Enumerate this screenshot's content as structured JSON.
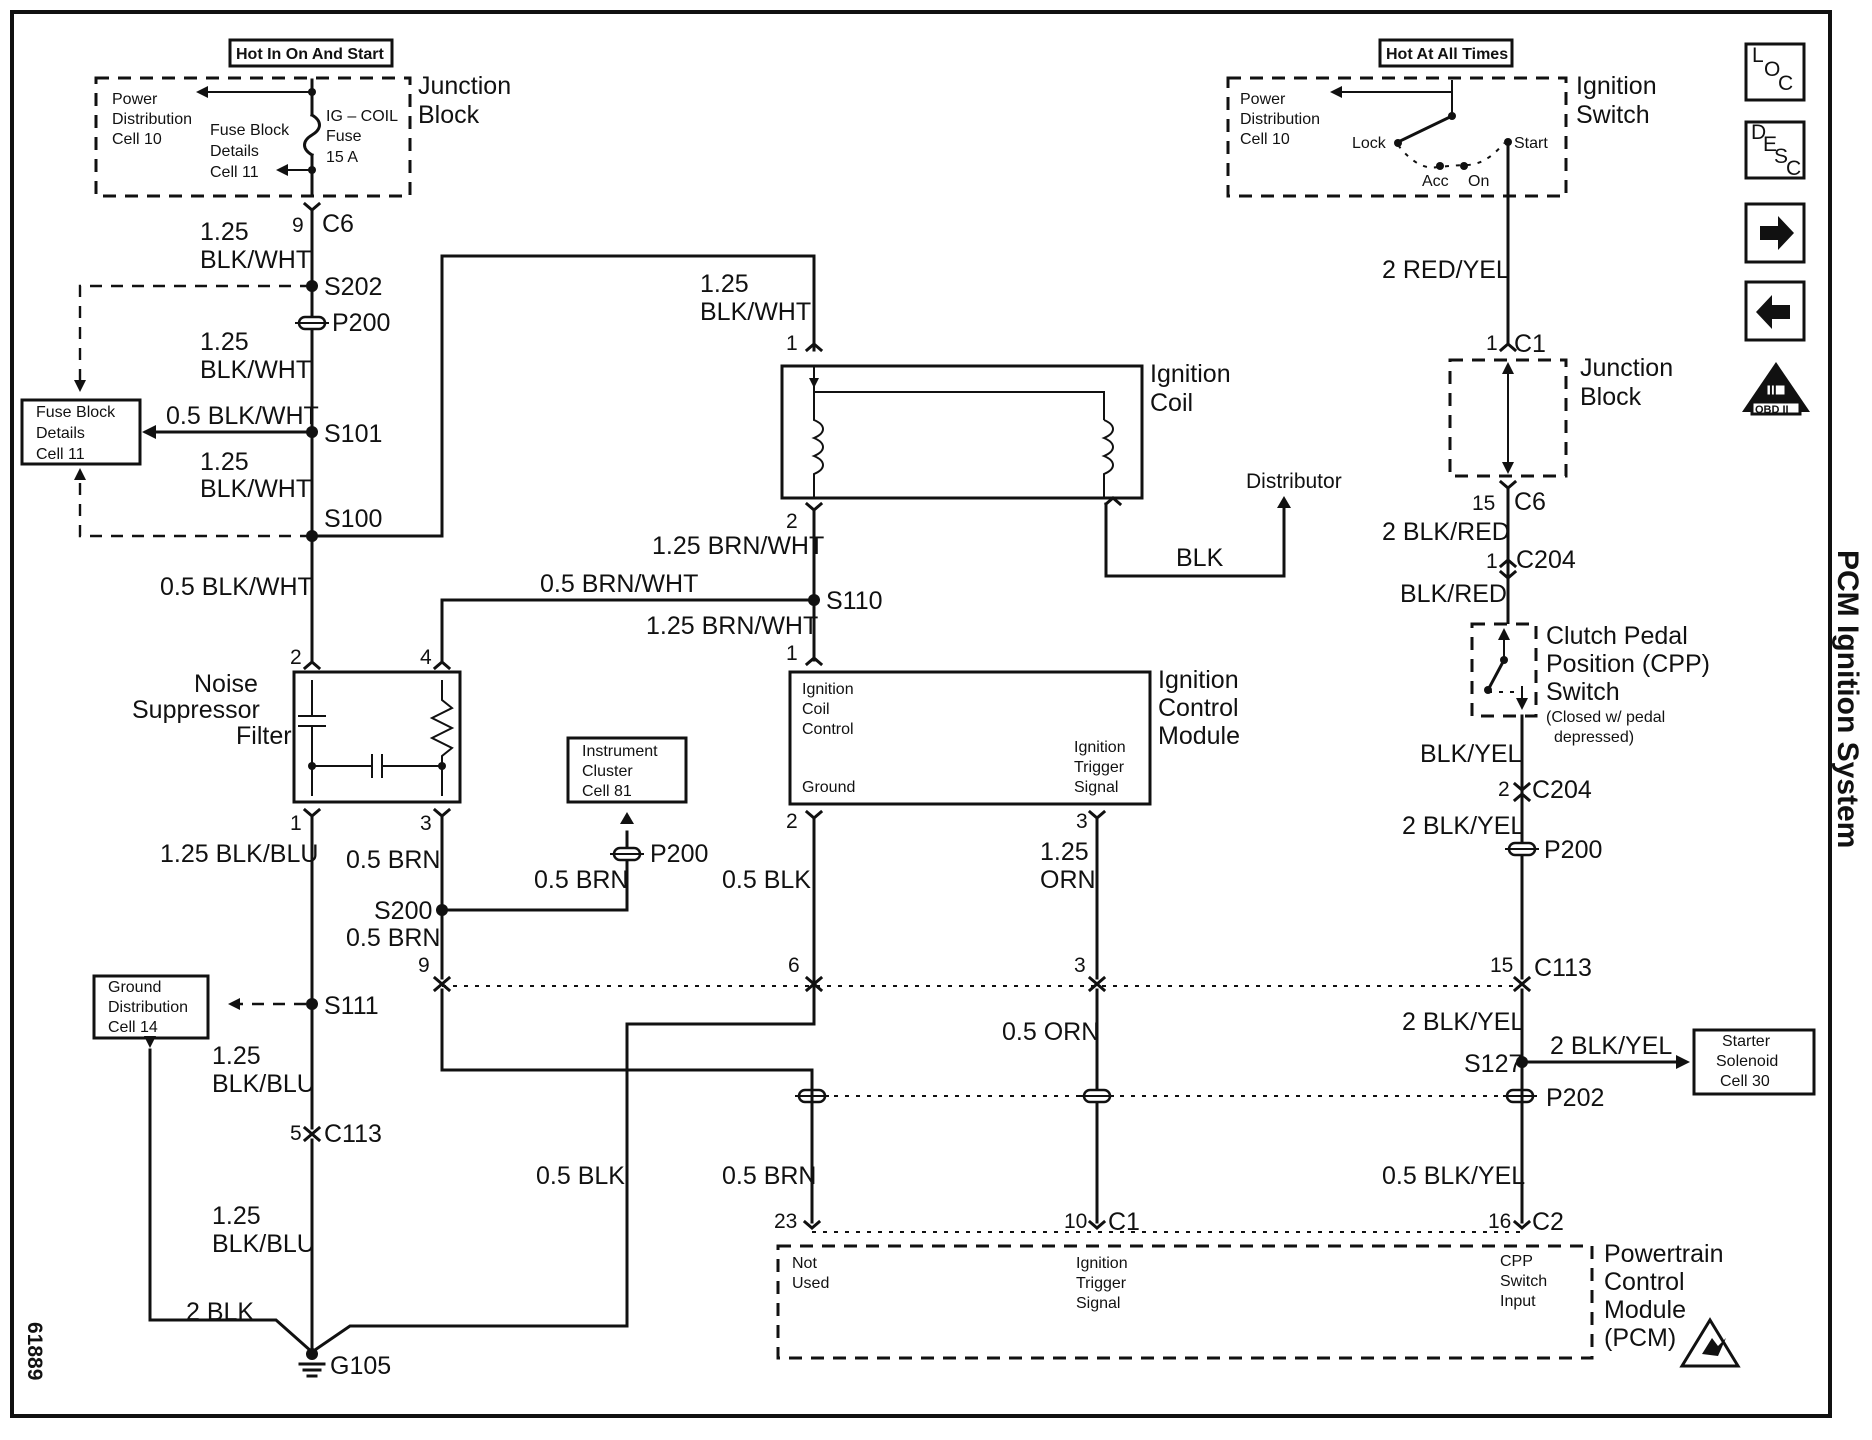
{
  "title": "PCM Ignition System",
  "figure_number": "61889",
  "side_buttons": {
    "loc": {
      "l": "L",
      "o": "O",
      "c": "C"
    },
    "desc": {
      "d": "D",
      "e": "E",
      "s": "S",
      "c": "C"
    },
    "obd_label": "OBD II",
    "obd_mark": "II"
  },
  "power_tags": {
    "left": "Hot In On And Start",
    "right": "Hot At All Times"
  },
  "junction_block_top": {
    "name_1": "Junction",
    "name_2": "Block",
    "pdc_1": "Power",
    "pdc_2": "Distribution",
    "pdc_3": "Cell 10",
    "fbd_1": "Fuse Block",
    "fbd_2": "Details",
    "fbd_3": "Cell 11",
    "fuse_1": "IG – COIL",
    "fuse_2": "Fuse",
    "fuse_3": "15 A"
  },
  "ignition_switch": {
    "name_1": "Ignition",
    "name_2": "Switch",
    "pdc_1": "Power",
    "pdc_2": "Distribution",
    "pdc_3": "Cell 10",
    "lock": "Lock",
    "acc": "Acc",
    "on": "On",
    "start": "Start"
  },
  "fuse_block_side": {
    "l1": "Fuse Block",
    "l2": "Details",
    "l3": "Cell 11"
  },
  "ground_distribution": {
    "l1": "Ground",
    "l2": "Distribution",
    "l3": "Cell 14"
  },
  "instrument_cluster": {
    "l1": "Instrument",
    "l2": "Cluster",
    "l3": "Cell 81"
  },
  "starter_solenoid": {
    "l1": "Starter",
    "l2": "Solenoid",
    "l3": "Cell 30"
  },
  "ignition_coil": {
    "name_1": "Ignition",
    "name_2": "Coil",
    "distributor": "Distributor"
  },
  "icm": {
    "name_1": "Ignition",
    "name_2": "Control",
    "name_3": "Module",
    "coil_ctl_1": "Ignition",
    "coil_ctl_2": "Coil",
    "coil_ctl_3": "Control",
    "ground": "Ground",
    "trig_1": "Ignition",
    "trig_2": "Trigger",
    "trig_3": "Signal"
  },
  "noise_filter": {
    "l1": "Noise",
    "l2": "Suppressor",
    "l3": "Filter"
  },
  "junction_block_right": {
    "name_1": "Junction",
    "name_2": "Block"
  },
  "cpp_switch": {
    "l1": "Clutch Pedal",
    "l2": "Position (CPP)",
    "l3": "Switch",
    "note_1": "(Closed w/ pedal",
    "note_2": "depressed)"
  },
  "pcm": {
    "name_1": "Powertrain",
    "name_2": "Control",
    "name_3": "Module",
    "name_4": "(PCM)",
    "nu_1": "Not",
    "nu_2": "Used",
    "trig_1": "Ignition",
    "trig_2": "Trigger",
    "trig_3": "Signal",
    "cpp_1": "CPP",
    "cpp_2": "Switch",
    "cpp_3": "Input"
  },
  "wires": {
    "w125_blkwht": "1.25",
    "blkwht": "BLK/WHT",
    "w05_blkwht": "0.5 BLK/WHT",
    "w125_brnwht": "1.25 BRN/WHT",
    "w05_brnwht": "0.5 BRN/WHT",
    "w125_blkblu": "1.25 BLK/BLU",
    "blkblu": "BLK/BLU",
    "w05_brn": "0.5 BRN",
    "w05_blk": "0.5 BLK",
    "w125": "1.25",
    "orn": "ORN",
    "w05_orn": "0.5 ORN",
    "w2_blk": "2 BLK",
    "blk": "BLK",
    "w2_redyel": "2 RED/YEL",
    "w2_blkred": "2 BLK/RED",
    "blkred": "BLK/RED",
    "blkyel": "BLK/YEL",
    "w2_blkyel": "2 BLK/YEL",
    "w05_blkyel": "0.5 BLK/YEL"
  },
  "connectors": {
    "c6": "C6",
    "c1": "C1",
    "c2": "C2",
    "c113": "C113",
    "c204": "C204",
    "s202": "S202",
    "s101": "S101",
    "s100": "S100",
    "s110": "S110",
    "s200": "S200",
    "s111": "S111",
    "s127": "S127",
    "p200": "P200",
    "p202": "P202",
    "g105": "G105"
  },
  "pins": {
    "p1": "1",
    "p2": "2",
    "p3": "3",
    "p4": "4",
    "p5": "5",
    "p6": "6",
    "p9": "9",
    "p10": "10",
    "p15": "15",
    "p16": "16",
    "p23": "23"
  }
}
